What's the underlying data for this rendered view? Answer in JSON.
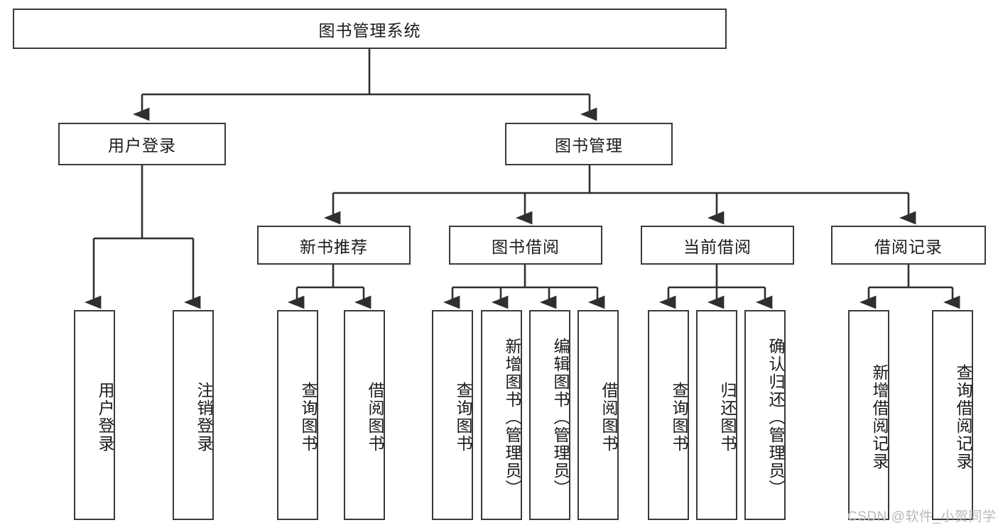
{
  "diagram": {
    "type": "tree-hierarchy-chart",
    "title": "图书管理系统",
    "orientation": "top-down",
    "box_fill": "#ffffff",
    "box_stroke": "#3a3a3a",
    "text_color": "#1b1b1b",
    "background": "#ffffff"
  },
  "root": {
    "label": "图书管理系统"
  },
  "level2": [
    {
      "label": "用户登录"
    },
    {
      "label": "图书管理"
    }
  ],
  "level3": [
    {
      "label": "新书推荐"
    },
    {
      "label": "图书借阅"
    },
    {
      "label": "当前借阅"
    },
    {
      "label": "借阅记录"
    }
  ],
  "leaves": {
    "user_login": [
      {
        "label": "用户登录"
      },
      {
        "label": "注销登录"
      }
    ],
    "new_book_recommend": [
      {
        "label": "查询图书"
      },
      {
        "label": "借阅图书"
      }
    ],
    "book_borrow": [
      {
        "label": "查询图书"
      },
      {
        "label": "新增图书（管理员）"
      },
      {
        "label": "编辑图书（管理员）"
      },
      {
        "label": "借阅图书"
      }
    ],
    "current_borrow": [
      {
        "label": "查询图书"
      },
      {
        "label": "归还图书"
      },
      {
        "label": "确认归还（管理员）"
      }
    ],
    "borrow_record": [
      {
        "label": "新增借阅记录"
      },
      {
        "label": "查询借阅记录"
      }
    ]
  },
  "watermark": {
    "text": "CSDN @软件_小贺同学"
  }
}
